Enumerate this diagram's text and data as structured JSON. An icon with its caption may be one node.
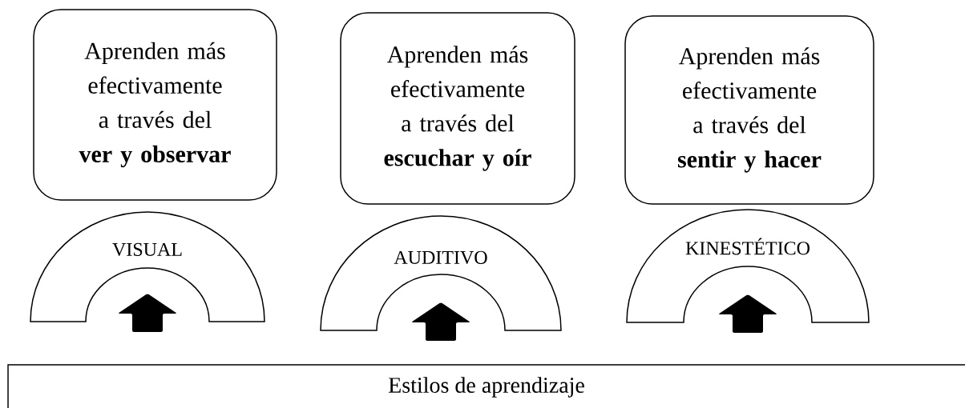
{
  "diagram": {
    "nodes": [
      {
        "text": [
          "Aprenden más efectivamente a través del **ver y observar**"
        ]
      },
      {
        "text": [
          "Aprenden más efectivamente a través del **escuchar y oír**"
        ]
      },
      {
        "text": [
          "Aprenden más efectivamente a través del **sentir y hacer**"
        ]
      },
      {
        "text": [
          "VISUAL"
        ]
      },
      {
        "text": [
          "AUDITIVO"
        ]
      },
      {
        "text": [
          "KINESTÉTICO"
        ]
      },
      {
        "text": [
          "Estilos de aprendizaje"
        ]
      }
    ]
  }
}
